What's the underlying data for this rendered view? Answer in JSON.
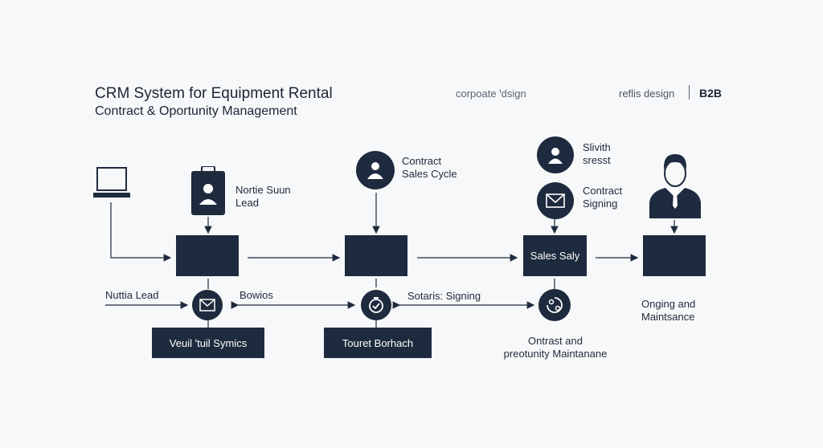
{
  "header": {
    "title": "CRM System for Equipment Rental",
    "subtitle": "Contract & Oportunity Management",
    "tag_corporate": "corpoate ꞌdsign",
    "tag_design": "reflis design",
    "tag_b2b": "B2B"
  },
  "flow": {
    "lead_label_line1": "Nortie Suun",
    "lead_label_line2": "Lead",
    "contract_label_line1": "Contract",
    "contract_label_line2": "Sales Cycle",
    "switch_label_line1": "Slivith",
    "switch_label_line2": "sresst",
    "signing_label_line1": "Contract",
    "signing_label_line2": "Signing",
    "sales_box_label": "Sales Saly",
    "lead_row_label": "Nuttia Lead",
    "bowios_label": "Bowios",
    "signing_row_label": "Sotaris: Signing",
    "ongoing_line1": "Onging and",
    "ongoing_line2": "Maintsance",
    "oppty_line1": "Ontrast and",
    "oppty_line2": "preotunity Maintanane",
    "button_left": "Veuil ꞌtuil Symics",
    "button_mid": "Touret Borhach"
  },
  "colors": {
    "node": "#1e2a3e",
    "background": "#f7f8f9",
    "text": "#1f2a3c"
  },
  "icons": [
    "laptop-icon",
    "badge-icon",
    "person-icon",
    "envelope-icon",
    "gauge-icon",
    "cycle-icon",
    "manager-icon"
  ]
}
